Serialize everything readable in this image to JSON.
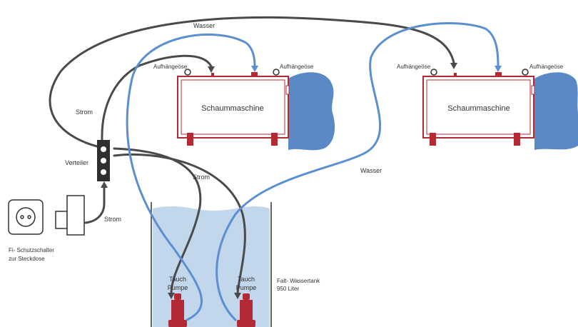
{
  "labels": {
    "wasser_top": "Wasser",
    "wasser_right": "Wasser",
    "strom_left": "Strom",
    "strom_middle": "Strom",
    "strom_bottom": "Strom",
    "verteiler": "Verteiler",
    "machine_1": "Schaummaschine",
    "machine_2": "Schaummaschine",
    "hook_m1_left": "Aufhängeöse",
    "hook_m1_right": "Aufhängeöse",
    "hook_m2_left": "Aufhängeöse",
    "hook_m2_right": "Aufhängeöse",
    "outlet_line1": "Fi- Schutzschalter",
    "outlet_line2": "zur Steckdose",
    "pump_1_line1": "Tauch",
    "pump_1_line2": "Pumpe",
    "pump_2_line1": "Tauch",
    "pump_2_line2": "Pumpe",
    "tank_line1": "Falt- Wassertank",
    "tank_line2": "950 Liter"
  },
  "colors": {
    "water_line": "#5b8fd0",
    "power_line": "#4a4a4a",
    "machine": "#b42a34",
    "foam": "#5b89c7",
    "tank_water": "#c2d6ec",
    "outline": "#333333"
  }
}
